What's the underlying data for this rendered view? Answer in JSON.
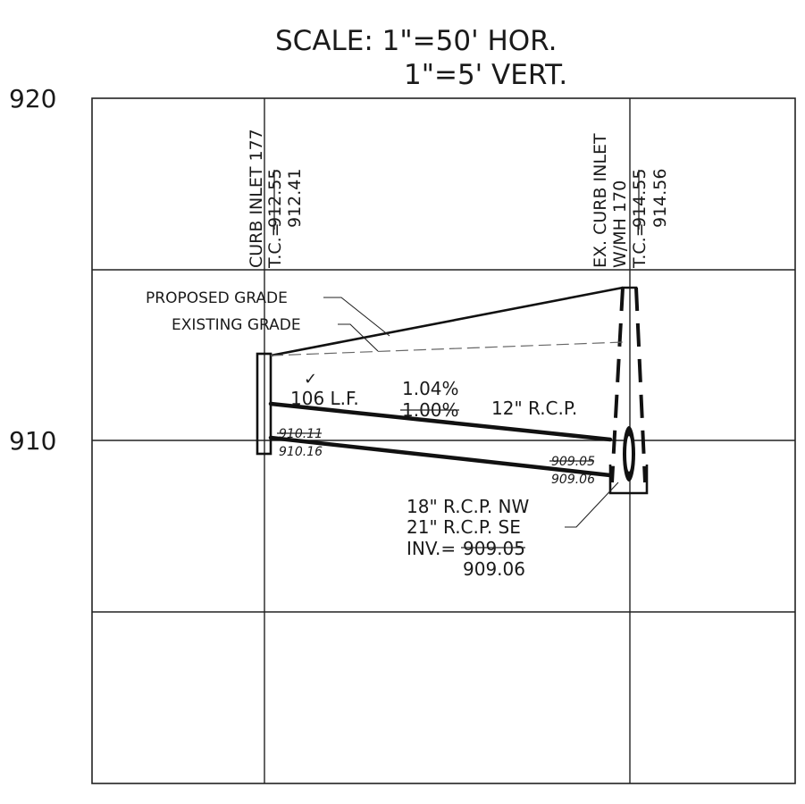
{
  "scale": {
    "horizontal": "SCALE:  1\"=50' HOR.",
    "vertical": "1\"=5' VERT."
  },
  "elevation_labels": {
    "top": "920",
    "middle": "910"
  },
  "left_structure": {
    "name": "CURB INLET 177",
    "tc_prefix": "T.C.=",
    "tc_old": "912.55",
    "tc_new": "912.41",
    "inv_old": "910.11",
    "inv_new": "910.16"
  },
  "right_structure": {
    "name_line1": "EX. CURB INLET",
    "name_line2": "W/MH 170",
    "tc_prefix": "T.C.=",
    "tc_old": "914.55",
    "tc_new": "914.56",
    "inv_old": "909.05",
    "inv_new": "909.06"
  },
  "grade_labels": {
    "proposed": "PROPOSED  GRADE",
    "existing": "EXISTING  GRADE"
  },
  "pipe": {
    "check_mark": "✓",
    "length": "106  L.F.",
    "slope_new": "1.04%",
    "slope_old": "1.00%",
    "size": "12\"  R.C.P."
  },
  "outlet_note": {
    "line1": "18\"  R.C.P.  NW",
    "line2": "21\"  R.C.P.  SE",
    "inv_prefix": "INV.=",
    "inv_old": "909.05",
    "inv_new": "909.06"
  }
}
